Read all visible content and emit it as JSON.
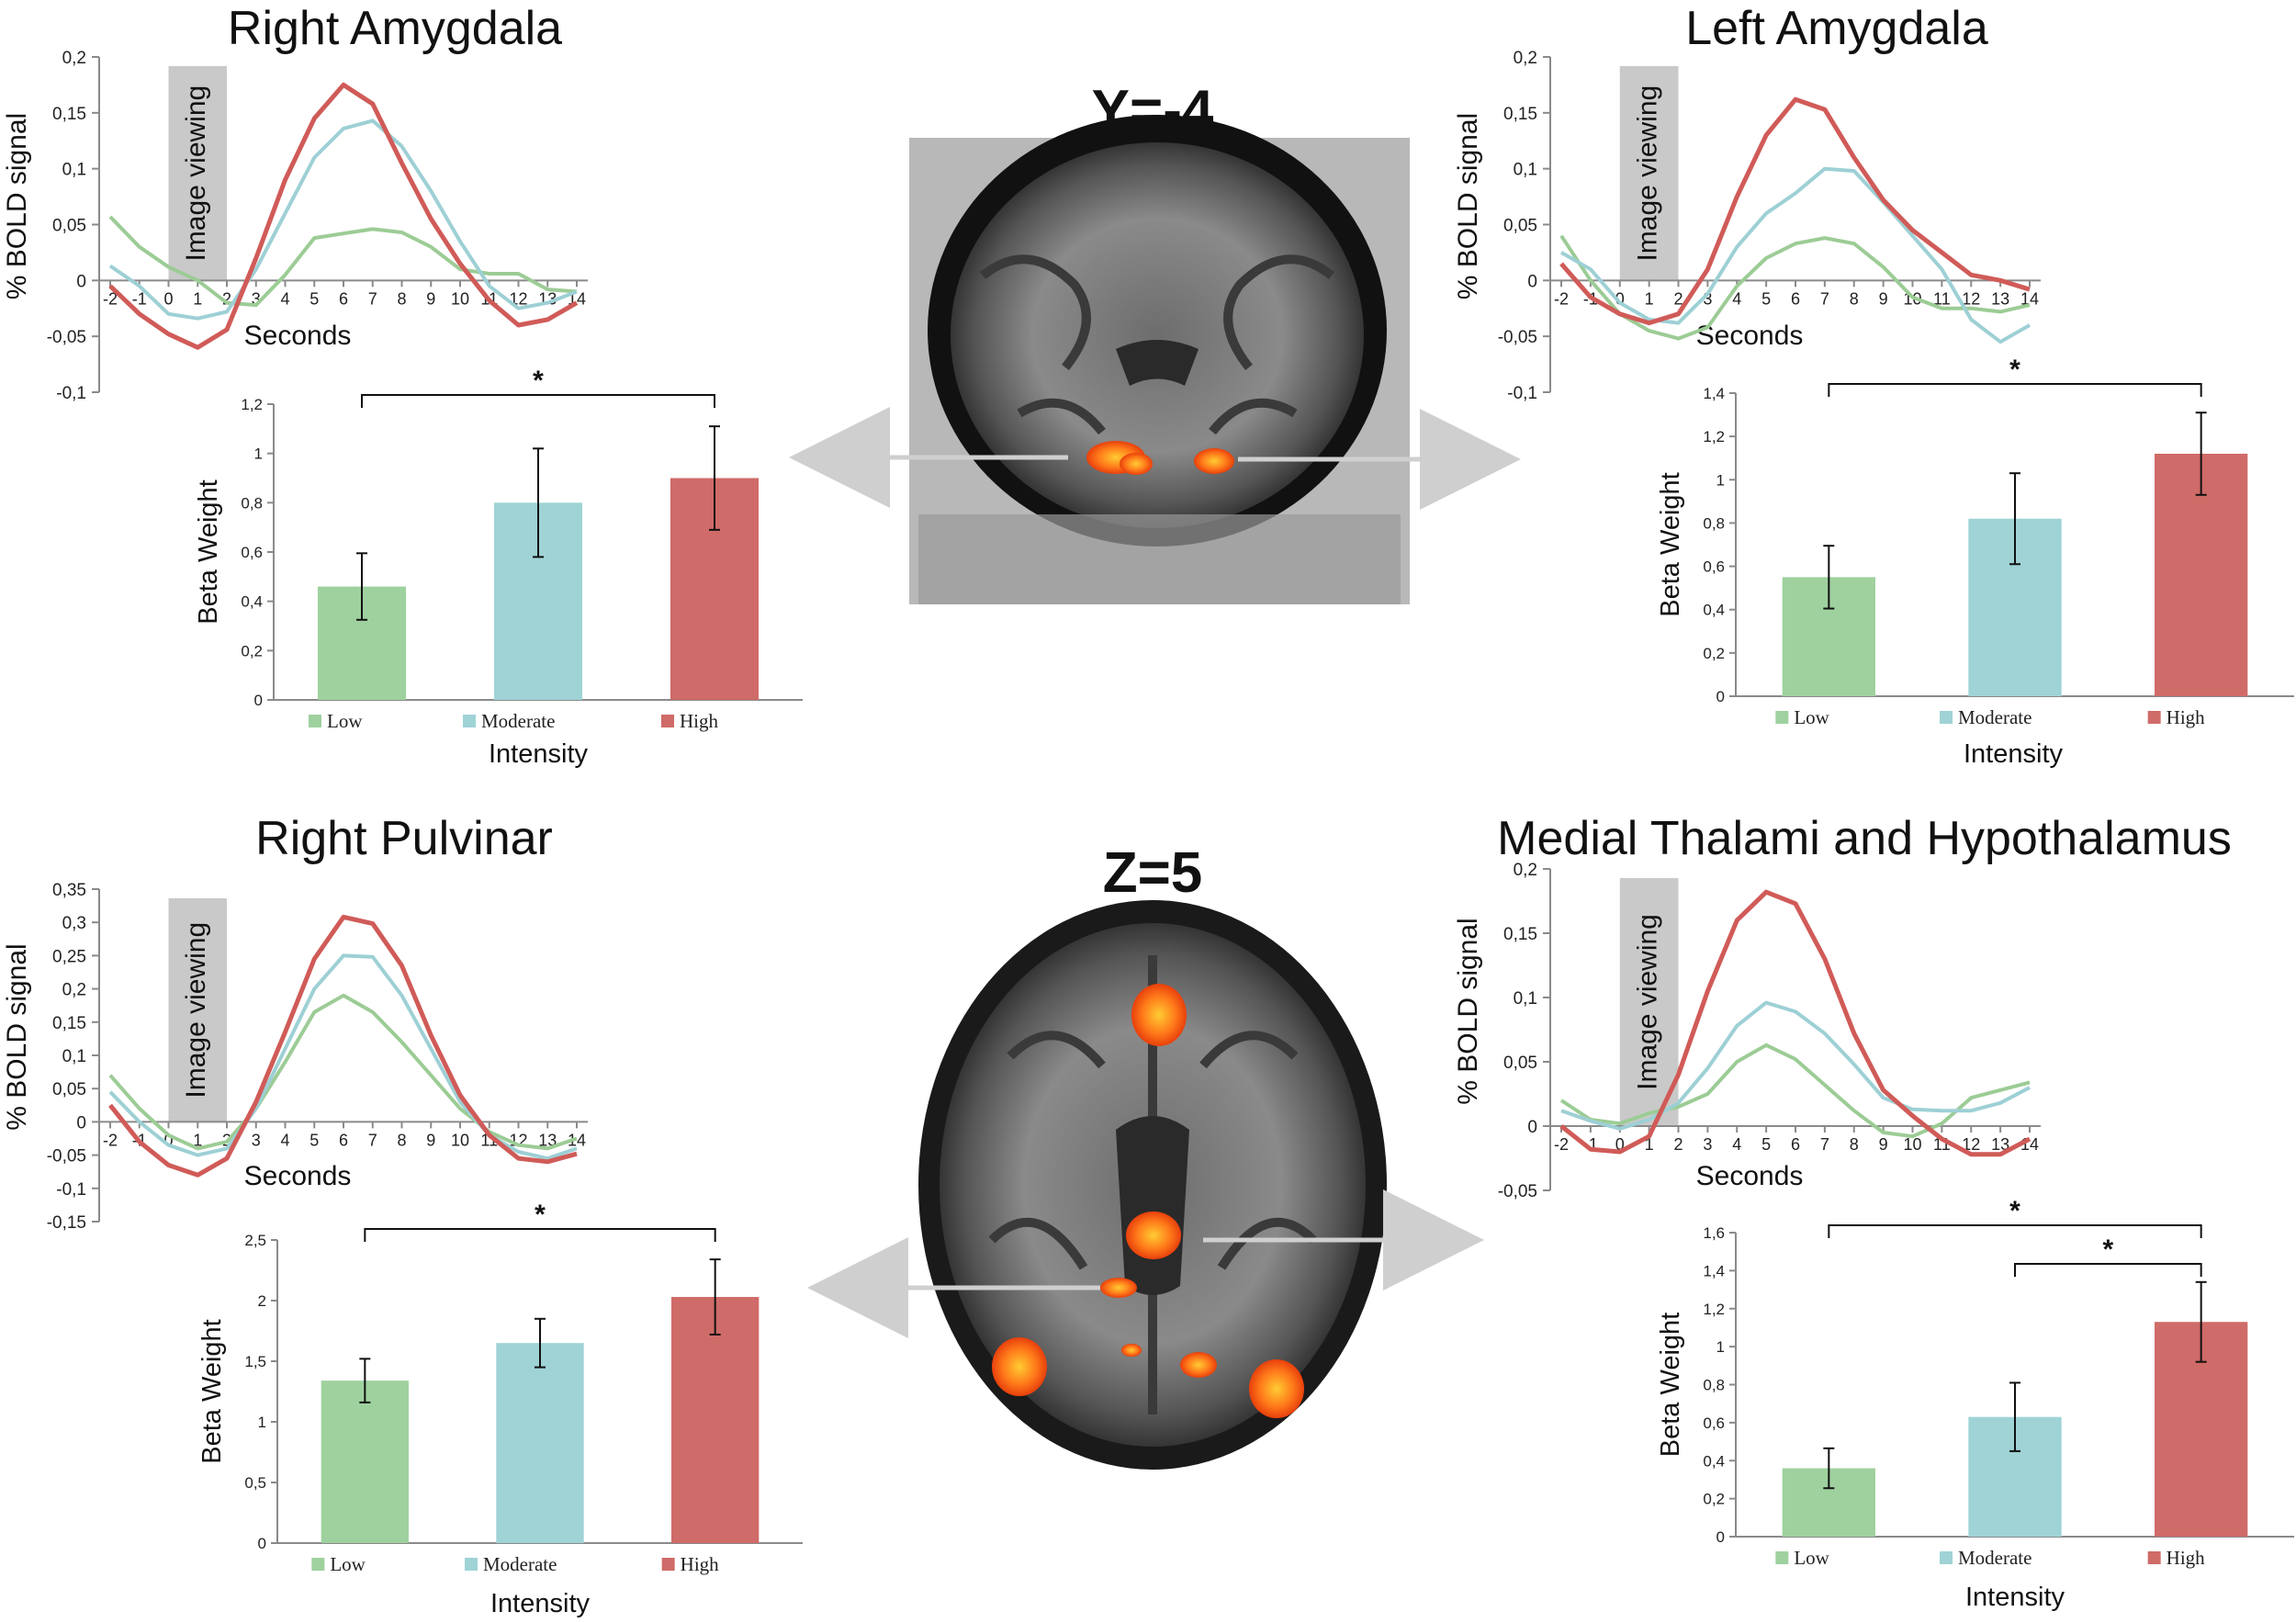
{
  "colors": {
    "low": "#9fd19f",
    "moderate": "#9fd3d6",
    "high": "#cf6b68",
    "line_low": "#9ccc95",
    "line_moderate": "#9dd0d5",
    "line_high": "#d05b58",
    "image_viewing_box": "#c9c9c9",
    "arrow": "#cfcfcf"
  },
  "slices": {
    "coronal_label": "Y=-4",
    "axial_label": "Z=5"
  },
  "chart_data": [
    {
      "id": "right-amygdala-timecourse",
      "type": "line",
      "title": "Right Amygdala",
      "xlabel": "Seconds",
      "ylabel": "% BOLD signal",
      "x": [
        -2,
        -1,
        0,
        1,
        2,
        3,
        4,
        5,
        6,
        7,
        8,
        9,
        10,
        11,
        12,
        13,
        14
      ],
      "ylim": [
        -0.1,
        0.2
      ],
      "yticks": [
        "-0,1",
        "-0,05",
        "0",
        "0,05",
        "0,1",
        "0,15",
        "0,2"
      ],
      "xticks": [
        "-2",
        "-1",
        "0",
        "1",
        "2",
        "3",
        "4",
        "5",
        "6",
        "7",
        "8",
        "9",
        "10",
        "11",
        "12",
        "13",
        "14"
      ],
      "shaded_label": "Image viewing",
      "shaded_range": [
        0,
        2
      ],
      "series": [
        {
          "key": "low",
          "values": [
            0.057,
            0.03,
            0.012,
            0.0,
            -0.02,
            -0.022,
            0.005,
            0.038,
            0.042,
            0.046,
            0.043,
            0.03,
            0.01,
            0.006,
            0.006,
            -0.008,
            -0.01
          ]
        },
        {
          "key": "moderate",
          "values": [
            0.013,
            -0.005,
            -0.03,
            -0.034,
            -0.028,
            0.01,
            0.06,
            0.11,
            0.136,
            0.143,
            0.12,
            0.08,
            0.035,
            -0.005,
            -0.025,
            -0.02,
            -0.01
          ]
        },
        {
          "key": "high",
          "values": [
            -0.005,
            -0.03,
            -0.048,
            -0.06,
            -0.044,
            0.02,
            0.09,
            0.145,
            0.175,
            0.158,
            0.105,
            0.055,
            0.015,
            -0.018,
            -0.04,
            -0.035,
            -0.02
          ]
        }
      ]
    },
    {
      "id": "right-amygdala-beta",
      "type": "bar",
      "xlabel": "Intensity",
      "ylabel": "Beta Weight",
      "categories": [
        "Low",
        "Moderate",
        "High"
      ],
      "values": [
        0.46,
        0.8,
        0.9
      ],
      "errors": [
        0.135,
        0.22,
        0.21
      ],
      "ylim": [
        0,
        1.2
      ],
      "yticks": [
        "0",
        "0,2",
        "0,4",
        "0,6",
        "0,8",
        "1",
        "1,2"
      ],
      "significance": [
        {
          "from": 0,
          "to": 2,
          "label": "*"
        }
      ]
    },
    {
      "id": "left-amygdala-timecourse",
      "type": "line",
      "title": "Left Amygdala",
      "xlabel": "Seconds",
      "ylabel": "% BOLD signal",
      "x": [
        -2,
        -1,
        0,
        1,
        2,
        3,
        4,
        5,
        6,
        7,
        8,
        9,
        10,
        11,
        12,
        13,
        14
      ],
      "ylim": [
        -0.1,
        0.2
      ],
      "yticks": [
        "-0,1",
        "-0,05",
        "0",
        "0,05",
        "0,1",
        "0,15",
        "0,2"
      ],
      "xticks": [
        "-2",
        "-1",
        "0",
        "1",
        "2",
        "3",
        "4",
        "5",
        "6",
        "7",
        "8",
        "9",
        "10",
        "11",
        "12",
        "13",
        "14"
      ],
      "shaded_label": "Image viewing",
      "shaded_range": [
        0,
        2
      ],
      "series": [
        {
          "key": "low",
          "values": [
            0.04,
            0.0,
            -0.03,
            -0.045,
            -0.052,
            -0.042,
            -0.005,
            0.02,
            0.033,
            0.038,
            0.033,
            0.012,
            -0.015,
            -0.025,
            -0.025,
            -0.028,
            -0.022
          ]
        },
        {
          "key": "moderate",
          "values": [
            0.025,
            0.01,
            -0.02,
            -0.035,
            -0.038,
            -0.012,
            0.03,
            0.06,
            0.078,
            0.1,
            0.098,
            0.07,
            0.04,
            0.01,
            -0.035,
            -0.055,
            -0.04
          ]
        },
        {
          "key": "high",
          "values": [
            0.015,
            -0.015,
            -0.03,
            -0.038,
            -0.03,
            0.01,
            0.075,
            0.13,
            0.162,
            0.153,
            0.11,
            0.072,
            0.045,
            0.025,
            0.005,
            0.0,
            -0.008
          ]
        }
      ]
    },
    {
      "id": "left-amygdala-beta",
      "type": "bar",
      "xlabel": "Intensity",
      "ylabel": "Beta Weight",
      "categories": [
        "Low",
        "Moderate",
        "High"
      ],
      "values": [
        0.55,
        0.82,
        1.12
      ],
      "errors": [
        0.145,
        0.21,
        0.19
      ],
      "ylim": [
        0,
        1.4
      ],
      "yticks": [
        "0",
        "0,2",
        "0,4",
        "0,6",
        "0,8",
        "1",
        "1,2",
        "1,4"
      ],
      "significance": [
        {
          "from": 0,
          "to": 2,
          "label": "*"
        }
      ]
    },
    {
      "id": "right-pulvinar-timecourse",
      "type": "line",
      "title": "Right Pulvinar",
      "xlabel": "Seconds",
      "ylabel": "% BOLD signal",
      "x": [
        -2,
        -1,
        0,
        1,
        2,
        3,
        4,
        5,
        6,
        7,
        8,
        9,
        10,
        11,
        12,
        13,
        14
      ],
      "ylim": [
        -0.15,
        0.35
      ],
      "yticks": [
        "-0,15",
        "-0,1",
        "-0,05",
        "0",
        "0,05",
        "0,1",
        "0,15",
        "0,2",
        "0,25",
        "0,3",
        "0,35"
      ],
      "xticks": [
        "-2",
        "-1",
        "0",
        "1",
        "2",
        "3",
        "4",
        "5",
        "6",
        "7",
        "8",
        "9",
        "10",
        "11",
        "12",
        "13",
        "14"
      ],
      "shaded_label": "Image viewing",
      "shaded_range": [
        0,
        2
      ],
      "series": [
        {
          "key": "low",
          "values": [
            0.07,
            0.02,
            -0.02,
            -0.04,
            -0.03,
            0.02,
            0.09,
            0.165,
            0.19,
            0.165,
            0.12,
            0.07,
            0.02,
            -0.015,
            -0.035,
            -0.04,
            -0.025
          ]
        },
        {
          "key": "moderate",
          "values": [
            0.045,
            0.0,
            -0.035,
            -0.05,
            -0.04,
            0.02,
            0.11,
            0.2,
            0.25,
            0.248,
            0.19,
            0.11,
            0.03,
            -0.02,
            -0.045,
            -0.055,
            -0.04
          ]
        },
        {
          "key": "high",
          "values": [
            0.025,
            -0.03,
            -0.065,
            -0.08,
            -0.055,
            0.03,
            0.135,
            0.245,
            0.308,
            0.298,
            0.235,
            0.13,
            0.04,
            -0.02,
            -0.055,
            -0.06,
            -0.048
          ]
        }
      ]
    },
    {
      "id": "right-pulvinar-beta",
      "type": "bar",
      "xlabel": "Intensity",
      "ylabel": "Beta Weight",
      "categories": [
        "Low",
        "Moderate",
        "High"
      ],
      "values": [
        1.34,
        1.65,
        2.03
      ],
      "errors": [
        0.18,
        0.2,
        0.31
      ],
      "ylim": [
        0,
        2.5
      ],
      "yticks": [
        "0",
        "0,5",
        "1",
        "1,5",
        "2",
        "2,5"
      ],
      "significance": [
        {
          "from": 0,
          "to": 2,
          "label": "*"
        }
      ]
    },
    {
      "id": "medial-thalami-timecourse",
      "type": "line",
      "title": "Medial Thalami and Hypothalamus",
      "xlabel": "Seconds",
      "ylabel": "% BOLD signal",
      "x": [
        -2,
        -1,
        0,
        1,
        2,
        3,
        4,
        5,
        6,
        7,
        8,
        9,
        10,
        11,
        12,
        13,
        14
      ],
      "ylim": [
        -0.05,
        0.2
      ],
      "yticks": [
        "-0,05",
        "0",
        "0,05",
        "0,1",
        "0,15",
        "0,2"
      ],
      "xticks": [
        "-2",
        "-1",
        "0",
        "1",
        "2",
        "3",
        "4",
        "5",
        "6",
        "7",
        "8",
        "9",
        "10",
        "11",
        "12",
        "13",
        "14"
      ],
      "shaded_label": "Image viewing",
      "shaded_range": [
        0,
        2
      ],
      "series": [
        {
          "key": "low",
          "values": [
            0.02,
            0.005,
            0.002,
            0.01,
            0.015,
            0.025,
            0.05,
            0.063,
            0.052,
            0.032,
            0.012,
            -0.005,
            -0.008,
            0.002,
            0.022,
            0.028,
            0.034
          ]
        },
        {
          "key": "moderate",
          "values": [
            0.012,
            0.004,
            -0.002,
            0.005,
            0.018,
            0.045,
            0.078,
            0.096,
            0.089,
            0.072,
            0.048,
            0.022,
            0.013,
            0.012,
            0.012,
            0.018,
            0.03
          ]
        },
        {
          "key": "high",
          "values": [
            0.0,
            -0.018,
            -0.02,
            -0.008,
            0.04,
            0.105,
            0.16,
            0.182,
            0.173,
            0.13,
            0.072,
            0.028,
            0.008,
            -0.01,
            -0.022,
            -0.022,
            -0.01
          ]
        }
      ]
    },
    {
      "id": "medial-thalami-beta",
      "type": "bar",
      "xlabel": "Intensity",
      "ylabel": "Beta Weight",
      "categories": [
        "Low",
        "Moderate",
        "High"
      ],
      "values": [
        0.36,
        0.63,
        1.13
      ],
      "errors": [
        0.105,
        0.18,
        0.21
      ],
      "ylim": [
        0,
        1.6
      ],
      "yticks": [
        "0",
        "0,2",
        "0,4",
        "0,6",
        "0,8",
        "1",
        "1,2",
        "1,4",
        "1,6"
      ],
      "significance": [
        {
          "from": 0,
          "to": 2,
          "label": "*"
        },
        {
          "from": 1,
          "to": 2,
          "label": "*"
        }
      ]
    }
  ]
}
